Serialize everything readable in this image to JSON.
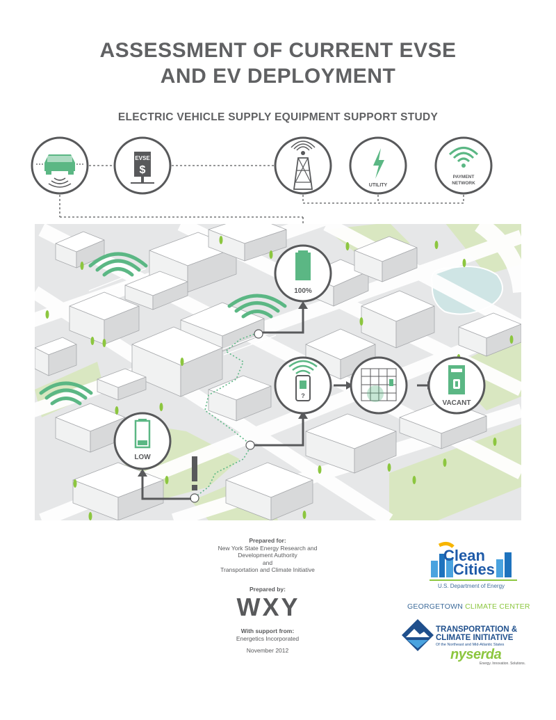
{
  "title_line1": "ASSESSMENT OF CURRENT EVSE",
  "title_line2": "AND EV DEPLOYMENT",
  "subtitle": "ELECTRIC VEHICLE SUPPLY EQUIPMENT SUPPORT STUDY",
  "icons": {
    "evse_label": "EVSE",
    "evse_symbol": "$",
    "utility_label": "UTILITY",
    "payment_label1": "PAYMENT",
    "payment_label2": "NETWORK"
  },
  "map_labels": {
    "full": "100%",
    "low": "LOW",
    "vacant": "VACANT",
    "question": "?",
    "alert": "!"
  },
  "colors": {
    "green": "#5bb784",
    "gray": "#58595b",
    "park": "#d9e7c1",
    "water": "#cfe5e5"
  },
  "prepared_for": {
    "heading": "Prepared for:",
    "line1": "New York State Energy Research and",
    "line2": "Development Authority",
    "line3": "and",
    "line4": "Transportation and Climate Initiative"
  },
  "prepared_by": {
    "heading": "Prepared by:",
    "logo": "WXY"
  },
  "support": {
    "heading": "With support from:",
    "line1": "Energetics Incorporated"
  },
  "date": "November  2012",
  "logos": {
    "clean_cities_1": "Clean",
    "clean_cities_2": "Cities",
    "clean_cities_sub": "U.S. Department of Energy",
    "gcc_a": "GEORGETOWN",
    "gcc_b": " CLIMATE CENTER",
    "tci_1": "TRANSPORTATION &",
    "tci_2": "CLIMATE INITIATIVE",
    "tci_3": "Of the Northeast and Mid-Atlantic States",
    "nyserda": "nyserda",
    "nyserda_sub": "Energy. Innovation. Solutions."
  }
}
